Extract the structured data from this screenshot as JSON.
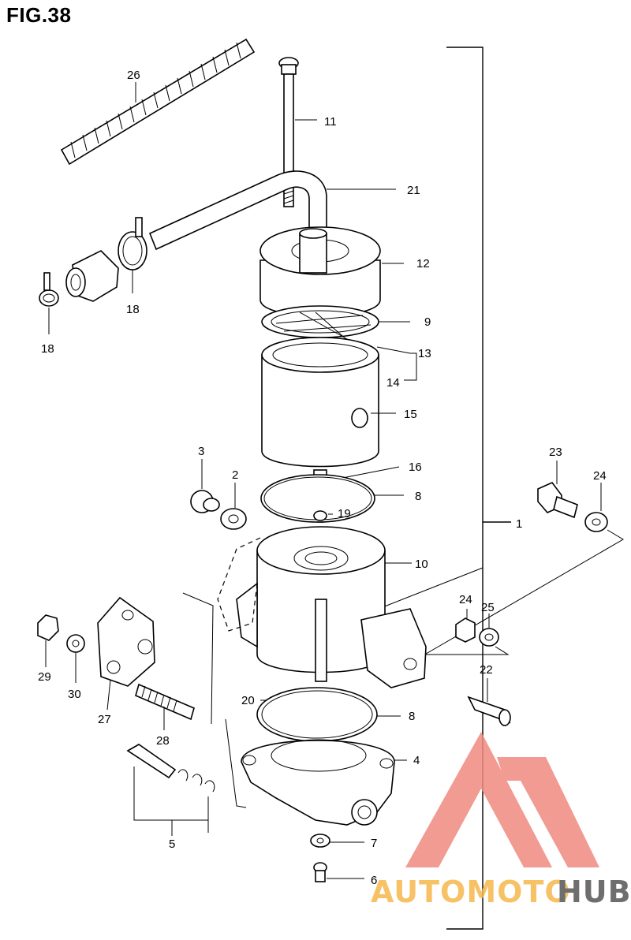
{
  "figure": {
    "title": "FIG.38"
  },
  "parts": [
    {
      "key": "p26",
      "num": "26"
    },
    {
      "key": "p11",
      "num": "11"
    },
    {
      "key": "p21",
      "num": "21"
    },
    {
      "key": "p12",
      "num": "12"
    },
    {
      "key": "p18a",
      "num": "18"
    },
    {
      "key": "p18b",
      "num": "18"
    },
    {
      "key": "p9",
      "num": "9"
    },
    {
      "key": "p13",
      "num": "13"
    },
    {
      "key": "p14",
      "num": "14"
    },
    {
      "key": "p15",
      "num": "15"
    },
    {
      "key": "p3",
      "num": "3"
    },
    {
      "key": "p2",
      "num": "2"
    },
    {
      "key": "p16",
      "num": "16"
    },
    {
      "key": "p8a",
      "num": "8"
    },
    {
      "key": "p19",
      "num": "19"
    },
    {
      "key": "p23",
      "num": "23"
    },
    {
      "key": "p24a",
      "num": "24"
    },
    {
      "key": "p1",
      "num": "1"
    },
    {
      "key": "p10",
      "num": "10"
    },
    {
      "key": "p24b",
      "num": "24"
    },
    {
      "key": "p25",
      "num": "25"
    },
    {
      "key": "p29",
      "num": "29"
    },
    {
      "key": "p30",
      "num": "30"
    },
    {
      "key": "p27",
      "num": "27"
    },
    {
      "key": "p22",
      "num": "22"
    },
    {
      "key": "p20",
      "num": "20"
    },
    {
      "key": "p8b",
      "num": "8"
    },
    {
      "key": "p28",
      "num": "28"
    },
    {
      "key": "p4",
      "num": "4"
    },
    {
      "key": "p5",
      "num": "5"
    },
    {
      "key": "p7",
      "num": "7"
    },
    {
      "key": "p6",
      "num": "6"
    }
  ],
  "watermark": {
    "word_part1": "AUTOMOTO",
    "word_part2": "HUB",
    "color_light": "#f6b84b",
    "color_accent": "#ef8a80",
    "color_dark": "#555555"
  }
}
